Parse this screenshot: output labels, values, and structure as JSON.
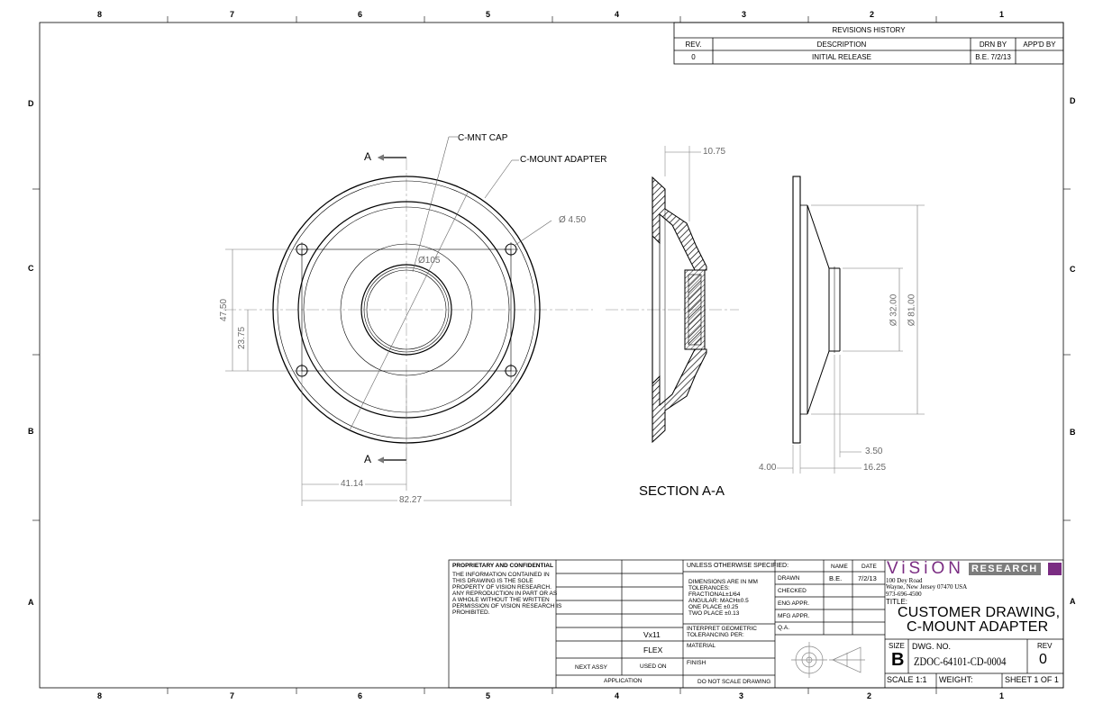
{
  "zones": {
    "top_numbers": [
      "8",
      "7",
      "6",
      "5",
      "4",
      "3",
      "2",
      "1"
    ],
    "side_letters": [
      "D",
      "C",
      "B",
      "A"
    ]
  },
  "revisions": {
    "title": "REVISIONS HISTORY",
    "headers": {
      "rev": "REV.",
      "description": "DESCRIPTION",
      "drn_by": "DRN BY",
      "appd_by": "APP'D BY"
    },
    "rows": [
      {
        "rev": "0",
        "description": "INITIAL RELEASE",
        "drn_by": "B.E. 7/2/13",
        "appd_by": ""
      }
    ]
  },
  "drawing": {
    "labels": {
      "c_mnt_cap": "C-MNT CAP",
      "c_mount_adapter": "C-MOUNT ADAPTER",
      "section_top": "A",
      "section_bottom": "A",
      "section_title": "SECTION A-A"
    },
    "dimensions": {
      "d_10_75": "10.75",
      "hole_dia": "Ø 4.50",
      "inner_dia": "Ø105",
      "h_47_50": "47.50",
      "h_23_75": "23.75",
      "w_41_14": "41.14",
      "w_82_27": "82.27",
      "d_32": "Ø 32.00",
      "d_81": "Ø 81.00",
      "d_3_50": "3.50",
      "d_4_00": "4.00",
      "d_16_25": "16.25"
    }
  },
  "title_block": {
    "proprietary": {
      "heading": "PROPRIETARY AND CONFIDENTIAL",
      "lines": [
        "THE INFORMATION CONTAINED IN",
        "THIS DRAWING IS THE SOLE",
        "PROPERTY OF VISION RESEARCH.",
        "ANY REPRODUCTION IN PART OR AS",
        "A WHOLE WITHOUT THE WRITTEN",
        "PERMISSION OF VISION RESEARCH IS",
        "PROHIBITED."
      ]
    },
    "next_assy": "NEXT ASSY",
    "used_on": "USED ON",
    "application": "APPLICATION",
    "vx11": "Vx11",
    "flex": "FLEX",
    "unless": "UNLESS OTHERWISE SPECIFIED:",
    "tolerances": [
      "DIMENSIONS ARE IN MM",
      "TOLERANCES:",
      "FRACTIONAL±1/64",
      "ANGULAR: MACH±0.5",
      "ONE PLACE  ±0.25",
      "TWO PLACE  ±0.13"
    ],
    "interpret": [
      "INTERPRET GEOMETRIC",
      "TOLERANCING PER:"
    ],
    "material": "MATERIAL",
    "finish": "FINISH",
    "do_not_scale": "DO NOT SCALE DRAWING",
    "name_header": "NAME",
    "date_header": "DATE",
    "drawn": "DRAWN",
    "drawn_name": "B.E.",
    "drawn_date": "7/2/13",
    "checked": "CHECKED",
    "eng_appr": "ENG APPR.",
    "mfg_appr": "MFG APPR.",
    "qa": "Q.A.",
    "logo_vision": "ViSiON",
    "logo_research": "RESEARCH",
    "address1": "100 Dey Road",
    "address2": "Wayne, New Jersey 07470 USA",
    "phone": "973-696-4500",
    "title_label": "TITLE:",
    "title_line1": "CUSTOMER DRAWING,",
    "title_line2": "C-MOUNT ADAPTER",
    "size_label": "SIZE",
    "size_value": "B",
    "dwg_no_label": "DWG.  NO.",
    "dwg_no": "ZDOC-64101-CD-0004",
    "rev_label": "REV",
    "rev_value": "0",
    "scale": "SCALE 1:1",
    "weight": "WEIGHT:",
    "sheet": "SHEET 1 OF 1"
  },
  "colors": {
    "logo_purple": "#7a2c82",
    "logo_gray": "#7d7d7d",
    "dim_gray": "#6a6a6a"
  }
}
